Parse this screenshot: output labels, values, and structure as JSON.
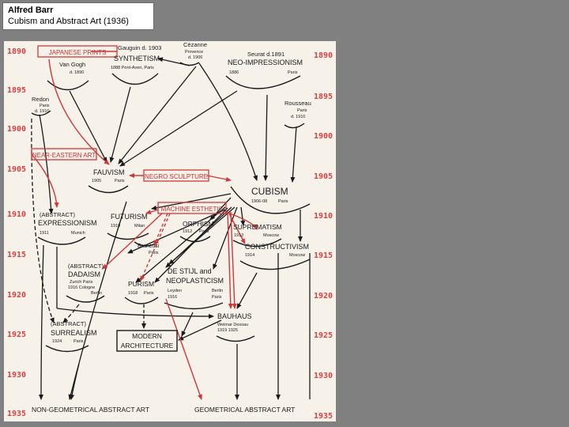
{
  "header": {
    "author": "Alfred Barr",
    "title": "Cubism and Abstract Art (1936)"
  },
  "years": [
    "1890",
    "1895",
    "1900",
    "1905",
    "1910",
    "1915",
    "1920",
    "1925",
    "1930",
    "1935"
  ],
  "colors": {
    "background": "#808080",
    "paper": "#f6f2ea",
    "ink": "#1a1a1a",
    "red": "#cc3030"
  },
  "diagram": {
    "japanese_prints": "JAPANESE PRINTS",
    "gauguin": "Gauguin  d. 1903",
    "synthetism": "SYNTHETISM",
    "synthetism_place": "1888  Pont-Aven, Paris",
    "cezanne": "Cézanne",
    "cezanne_place": "Provence",
    "cezanne_death": "d. 1906",
    "van_gogh": "Van Gogh",
    "van_gogh_death": "d. 1890",
    "seurat": "Seurat  d.1891",
    "neo_impressionism": "NEO-IMPRESSIONISM",
    "neo_year": "1886",
    "neo_place": "Paris",
    "redon": "Redon",
    "redon_place": "Paris",
    "redon_death": "d. 1916",
    "rousseau": "Rousseau",
    "rousseau_place": "Paris",
    "rousseau_death": "d. 1910",
    "near_eastern_art": "NEAR-EASTERN ART",
    "fauvism": "FAUVISM",
    "fauvism_year": "1905",
    "fauvism_place": "Paris",
    "negro_sculpture": "NEGRO SCULPTURE",
    "cubism": "CUBISM",
    "cubism_year": "1906-08",
    "cubism_place": "Paris",
    "machine_esthetic": "MACHINE ESTHETIC",
    "abstract_expressionism_1": "(ABSTRACT)",
    "abstract_expressionism_2": "EXPRESSIONISM",
    "expr_year": "1911",
    "expr_place": "Munich",
    "futurism": "FUTURISM",
    "futurism_year": "1910",
    "futurism_place": "Milan",
    "orphism": "ORPHISM",
    "orphism_year": "1912",
    "orphism_place": "Paris",
    "suprematism": "SUPREMATISM",
    "suprematism_year": "1913",
    "suprematism_place": "Moscow",
    "constructivism": "CONSTRUCTIVISM",
    "constructivism_year": "1914",
    "constructivism_place": "Moscow",
    "brancusi": "Brancusi",
    "brancusi_place": "Paris",
    "abstract_dadaism_1": "(ABSTRACT)",
    "abstract_dadaism_2": "DADAISM",
    "dada_line1": "Zurich     Paris",
    "dada_line2": "1916  Cologne",
    "dada_line3": "Berlin",
    "purism": "PURISM",
    "purism_year": "1918",
    "purism_place": "Paris",
    "destijl_1": "DE STIJL and",
    "destijl_2": "NEOPLASTICISM",
    "destijl_place1": "Leyden",
    "destijl_year": "1916",
    "destijl_city2": "Berlin",
    "destijl_city3": "Paris",
    "bauhaus": "BAUHAUS",
    "bauhaus_place": "Weimar Dessau",
    "bauhaus_years": "1919        1925",
    "abstract_surrealism_1": "(ABSTRACT)",
    "abstract_surrealism_2": "SURREALISM",
    "surrealism_year": "1924",
    "surrealism_place": "Paris",
    "modern_arch_1": "MODERN",
    "modern_arch_2": "ARCHITECTURE",
    "non_geometrical": "NON-GEOMETRICAL ABSTRACT ART",
    "geometrical": "GEOMETRICAL ABSTRACT ART"
  }
}
